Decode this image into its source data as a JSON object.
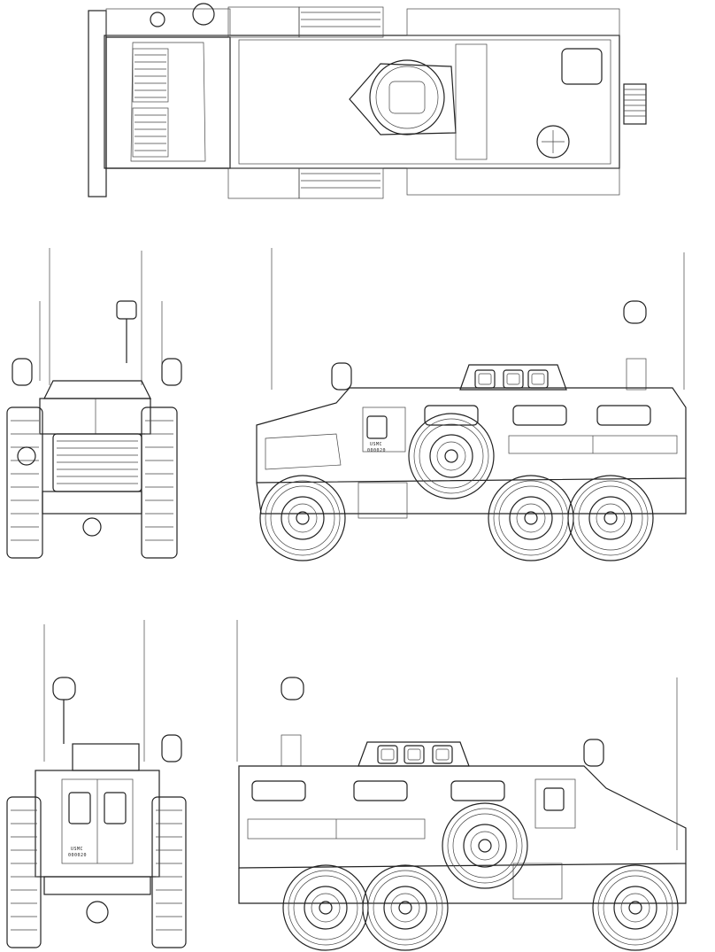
{
  "drawing": {
    "views": [
      "top",
      "front",
      "left-side",
      "rear",
      "right-side"
    ],
    "line_color": "#222222",
    "background": "#ffffff"
  },
  "markings": {
    "side_line1": "USMC",
    "side_line2": "000020",
    "rear_line1": "USMC",
    "rear_line2": "000020"
  }
}
